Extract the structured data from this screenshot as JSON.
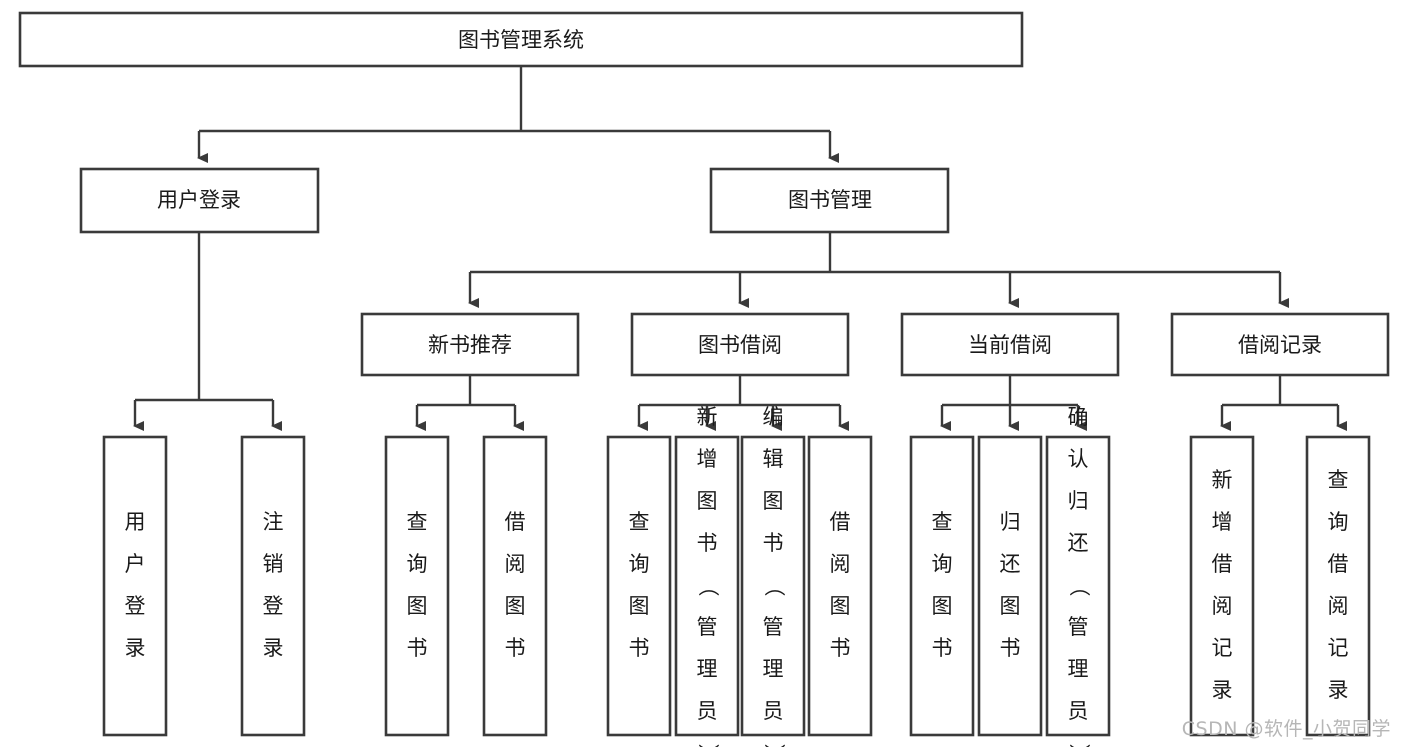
{
  "diagram": {
    "title": "图书管理系统",
    "type": "tree",
    "root": {
      "id": "root",
      "label": "图书管理系统",
      "orientation": "horizontal"
    },
    "level2": [
      {
        "id": "user-login",
        "label": "用户登录",
        "orientation": "horizontal"
      },
      {
        "id": "book-management",
        "label": "图书管理",
        "orientation": "horizontal"
      }
    ],
    "level3": [
      {
        "id": "new-book-recommend",
        "label": "新书推荐",
        "parent": "book-management",
        "orientation": "horizontal"
      },
      {
        "id": "book-borrow",
        "label": "图书借阅",
        "parent": "book-management",
        "orientation": "horizontal"
      },
      {
        "id": "current-borrow",
        "label": "当前借阅",
        "parent": "book-management",
        "orientation": "horizontal"
      },
      {
        "id": "borrow-record",
        "label": "借阅记录",
        "parent": "book-management",
        "orientation": "horizontal"
      }
    ],
    "leaves": [
      {
        "id": "leaf-user-login",
        "label": "用户登录",
        "parent": "user-login",
        "orientation": "vertical"
      },
      {
        "id": "leaf-user-logout",
        "label": "注销登录",
        "parent": "user-login",
        "orientation": "vertical"
      },
      {
        "id": "leaf-query-book-1",
        "label": "查询图书",
        "parent": "new-book-recommend",
        "orientation": "vertical"
      },
      {
        "id": "leaf-borrow-book-1",
        "label": "借阅图书",
        "parent": "new-book-recommend",
        "orientation": "vertical"
      },
      {
        "id": "leaf-query-book-2",
        "label": "查询图书",
        "parent": "book-borrow",
        "orientation": "vertical"
      },
      {
        "id": "leaf-add-book",
        "label": "新增图书（管理员）",
        "parent": "book-borrow",
        "orientation": "vertical"
      },
      {
        "id": "leaf-edit-book",
        "label": "编辑图书（管理员）",
        "parent": "book-borrow",
        "orientation": "vertical"
      },
      {
        "id": "leaf-borrow-book-2",
        "label": "借阅图书",
        "parent": "book-borrow",
        "orientation": "vertical"
      },
      {
        "id": "leaf-query-book-3",
        "label": "查询图书",
        "parent": "current-borrow",
        "orientation": "vertical"
      },
      {
        "id": "leaf-return-book",
        "label": "归还图书",
        "parent": "current-borrow",
        "orientation": "vertical"
      },
      {
        "id": "leaf-confirm-return",
        "label": "确认归还（管理员）",
        "parent": "current-borrow",
        "orientation": "vertical"
      },
      {
        "id": "leaf-add-record",
        "label": "新增借阅记录",
        "parent": "borrow-record",
        "orientation": "vertical"
      },
      {
        "id": "leaf-query-record",
        "label": "查询借阅记录",
        "parent": "borrow-record",
        "orientation": "vertical"
      }
    ],
    "colors": {
      "box_stroke": "#3a3a3a",
      "box_fill": "#ffffff",
      "connector": "#3a3a3a",
      "text": "#1a1a1a",
      "background": "#ffffff",
      "watermark": "#b6b6b6"
    }
  },
  "watermark": {
    "text": "CSDN @软件_小贺同学"
  }
}
